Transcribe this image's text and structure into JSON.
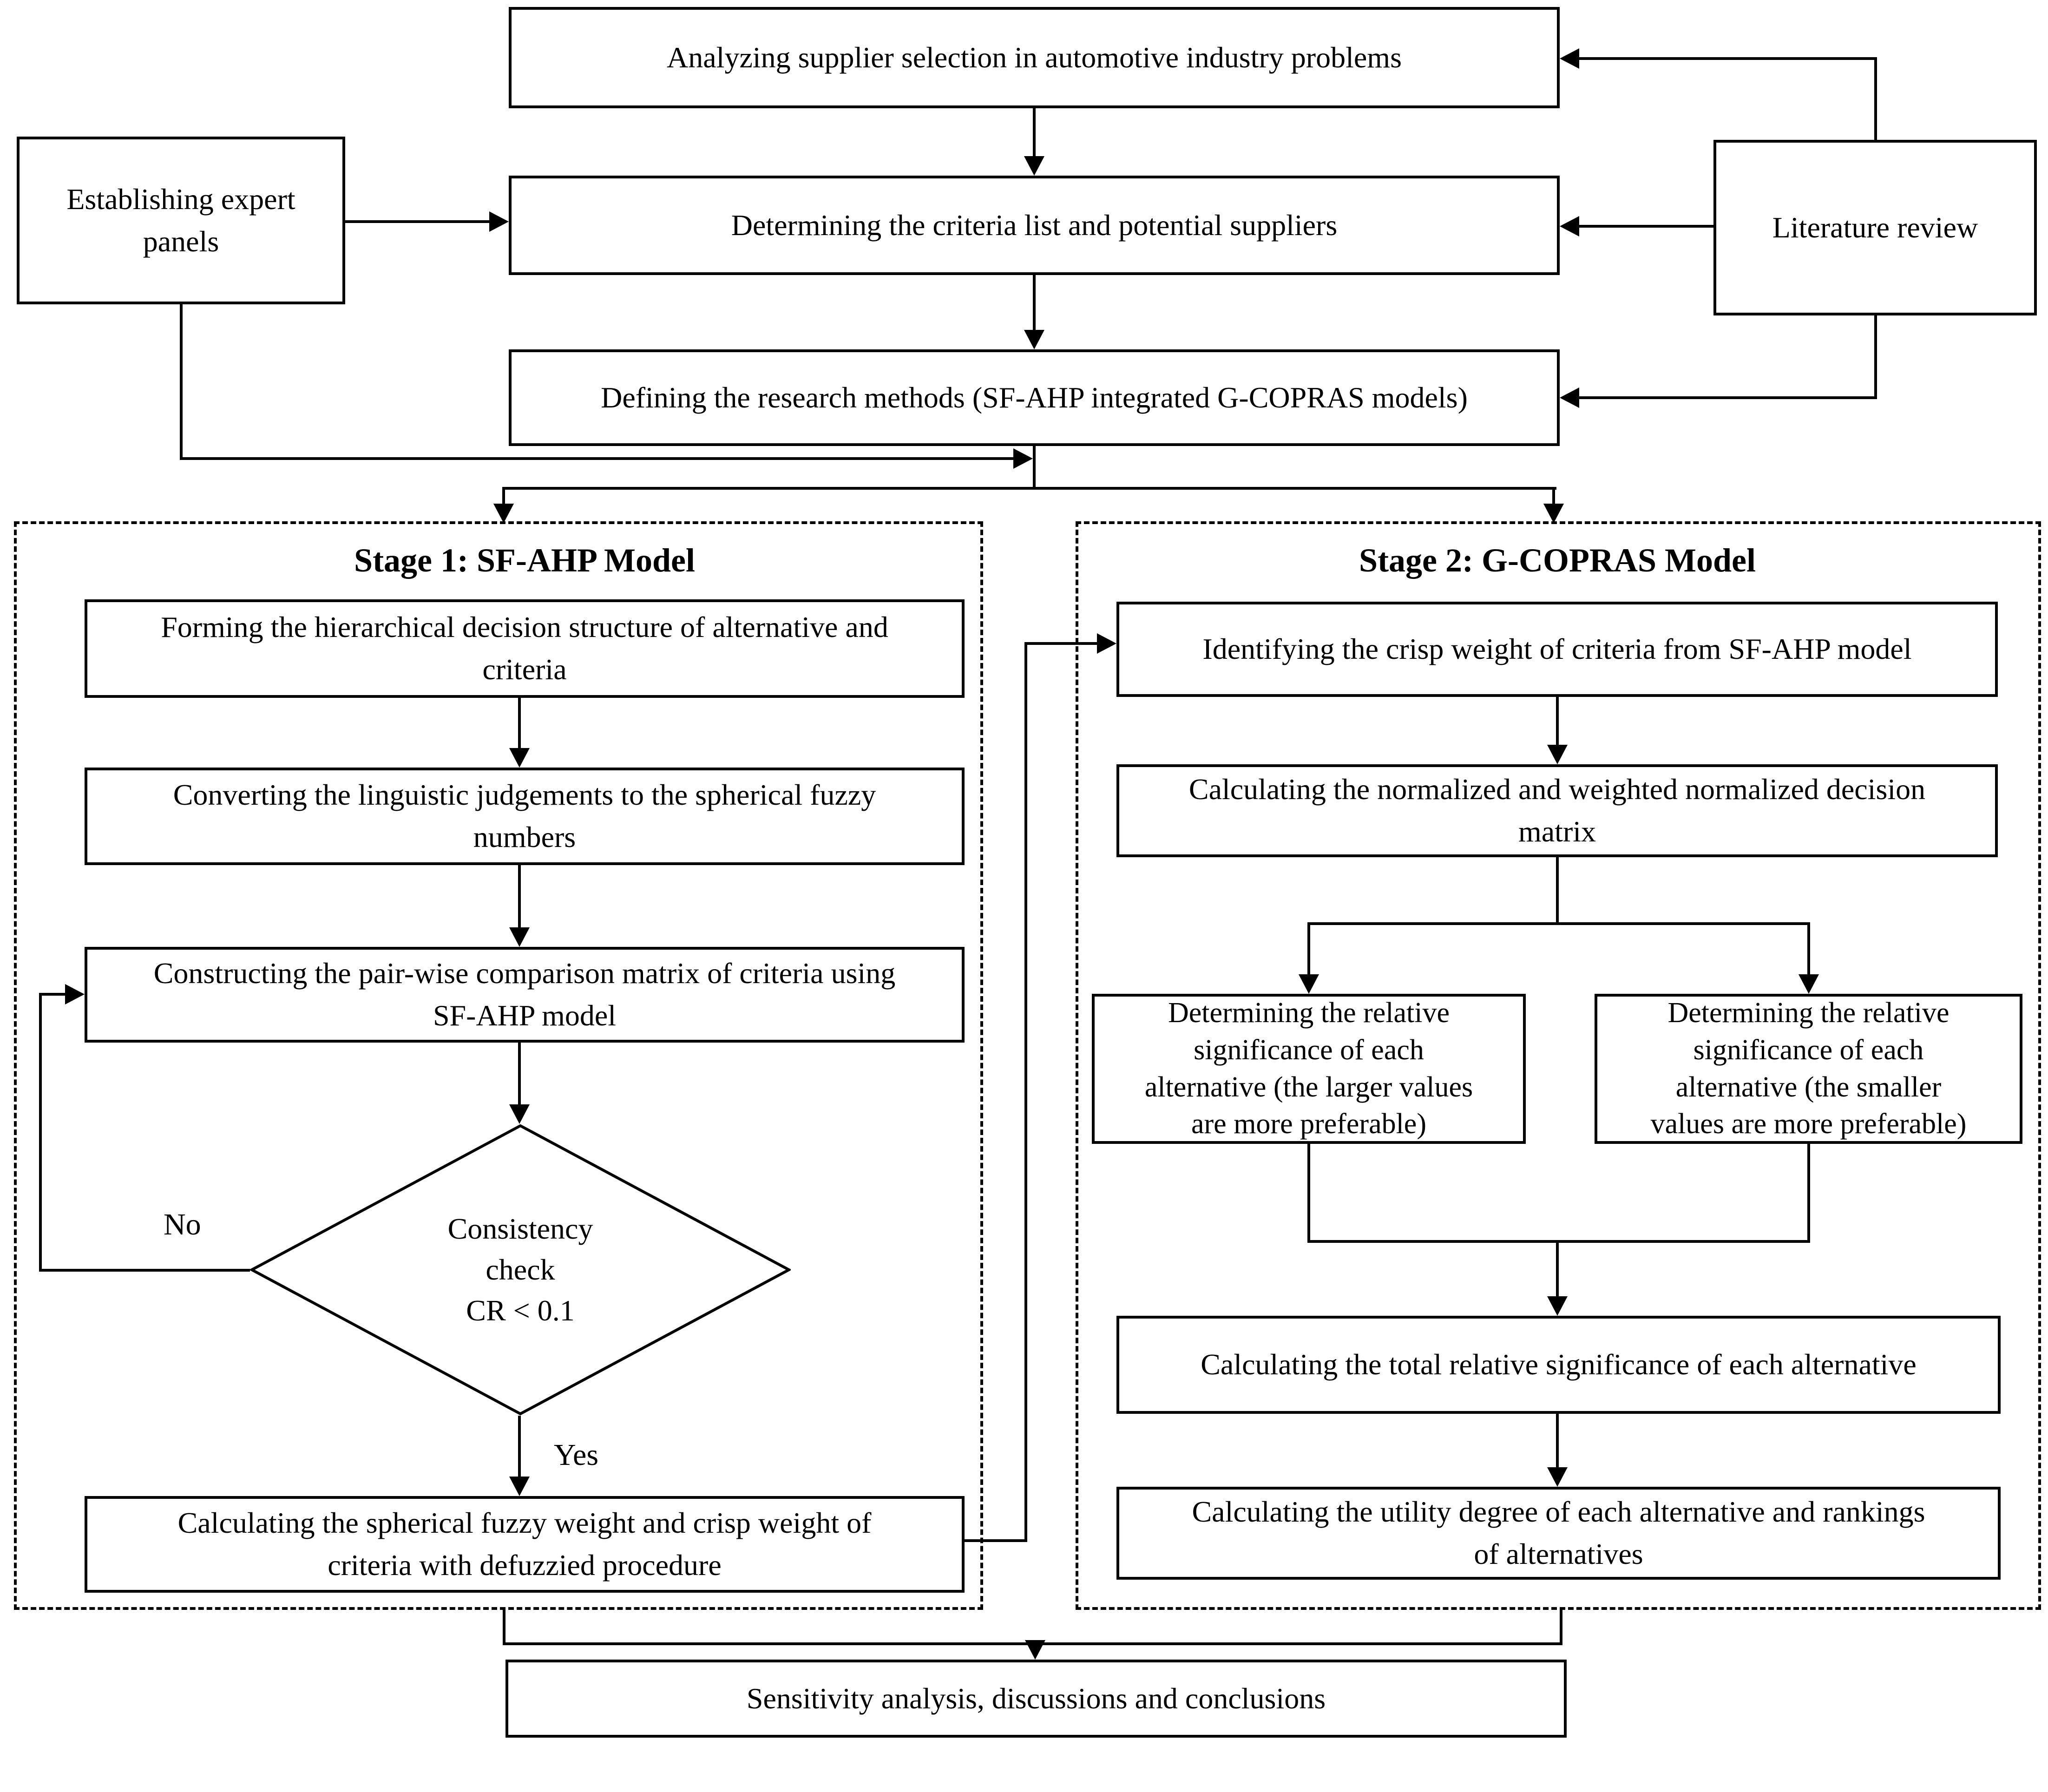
{
  "nodes": {
    "analyzing": "Analyzing supplier selection in automotive industry problems",
    "expert_panels": "Establishing expert\npanels",
    "determining": "Determining the criteria list and potential suppliers",
    "literature": "Literature review",
    "defining": "Defining the research methods (SF-AHP integrated G-COPRAS models)",
    "forming": "Forming the hierarchical decision structure of alternative and\ncriteria",
    "converting": "Converting the linguistic judgements to the spherical fuzzy\nnumbers",
    "constructing": "Constructing the pair-wise comparison matrix of criteria using\nSF-AHP model",
    "consistency": "Consistency\ncheck\nCR < 0.1",
    "calculating_weights": "Calculating the spherical fuzzy weight and crisp weight of\ncriteria with defuzzied procedure",
    "identifying": "Identifying the crisp weight of criteria from SF-AHP model",
    "calc_normalized": "Calculating the normalized and weighted normalized decision\nmatrix",
    "det_larger": "Determining the relative\nsignificance of each\nalternative (the larger values\nare more preferable)",
    "det_smaller": "Determining the relative\nsignificance of each\nalternative (the smaller\nvalues are more preferable)",
    "total_significance": "Calculating the total relative significance of each alternative",
    "utility_degree": "Calculating the utility degree of each alternative and rankings\nof alternatives",
    "sensitivity": "Sensitivity analysis, discussions and conclusions"
  },
  "stages": {
    "stage1_title": "Stage 1: SF-AHP Model",
    "stage2_title": "Stage 2: G-COPRAS Model"
  },
  "labels": {
    "yes": "Yes",
    "no": "No"
  },
  "colors": {
    "line": "#000000",
    "background": "#ffffff"
  }
}
